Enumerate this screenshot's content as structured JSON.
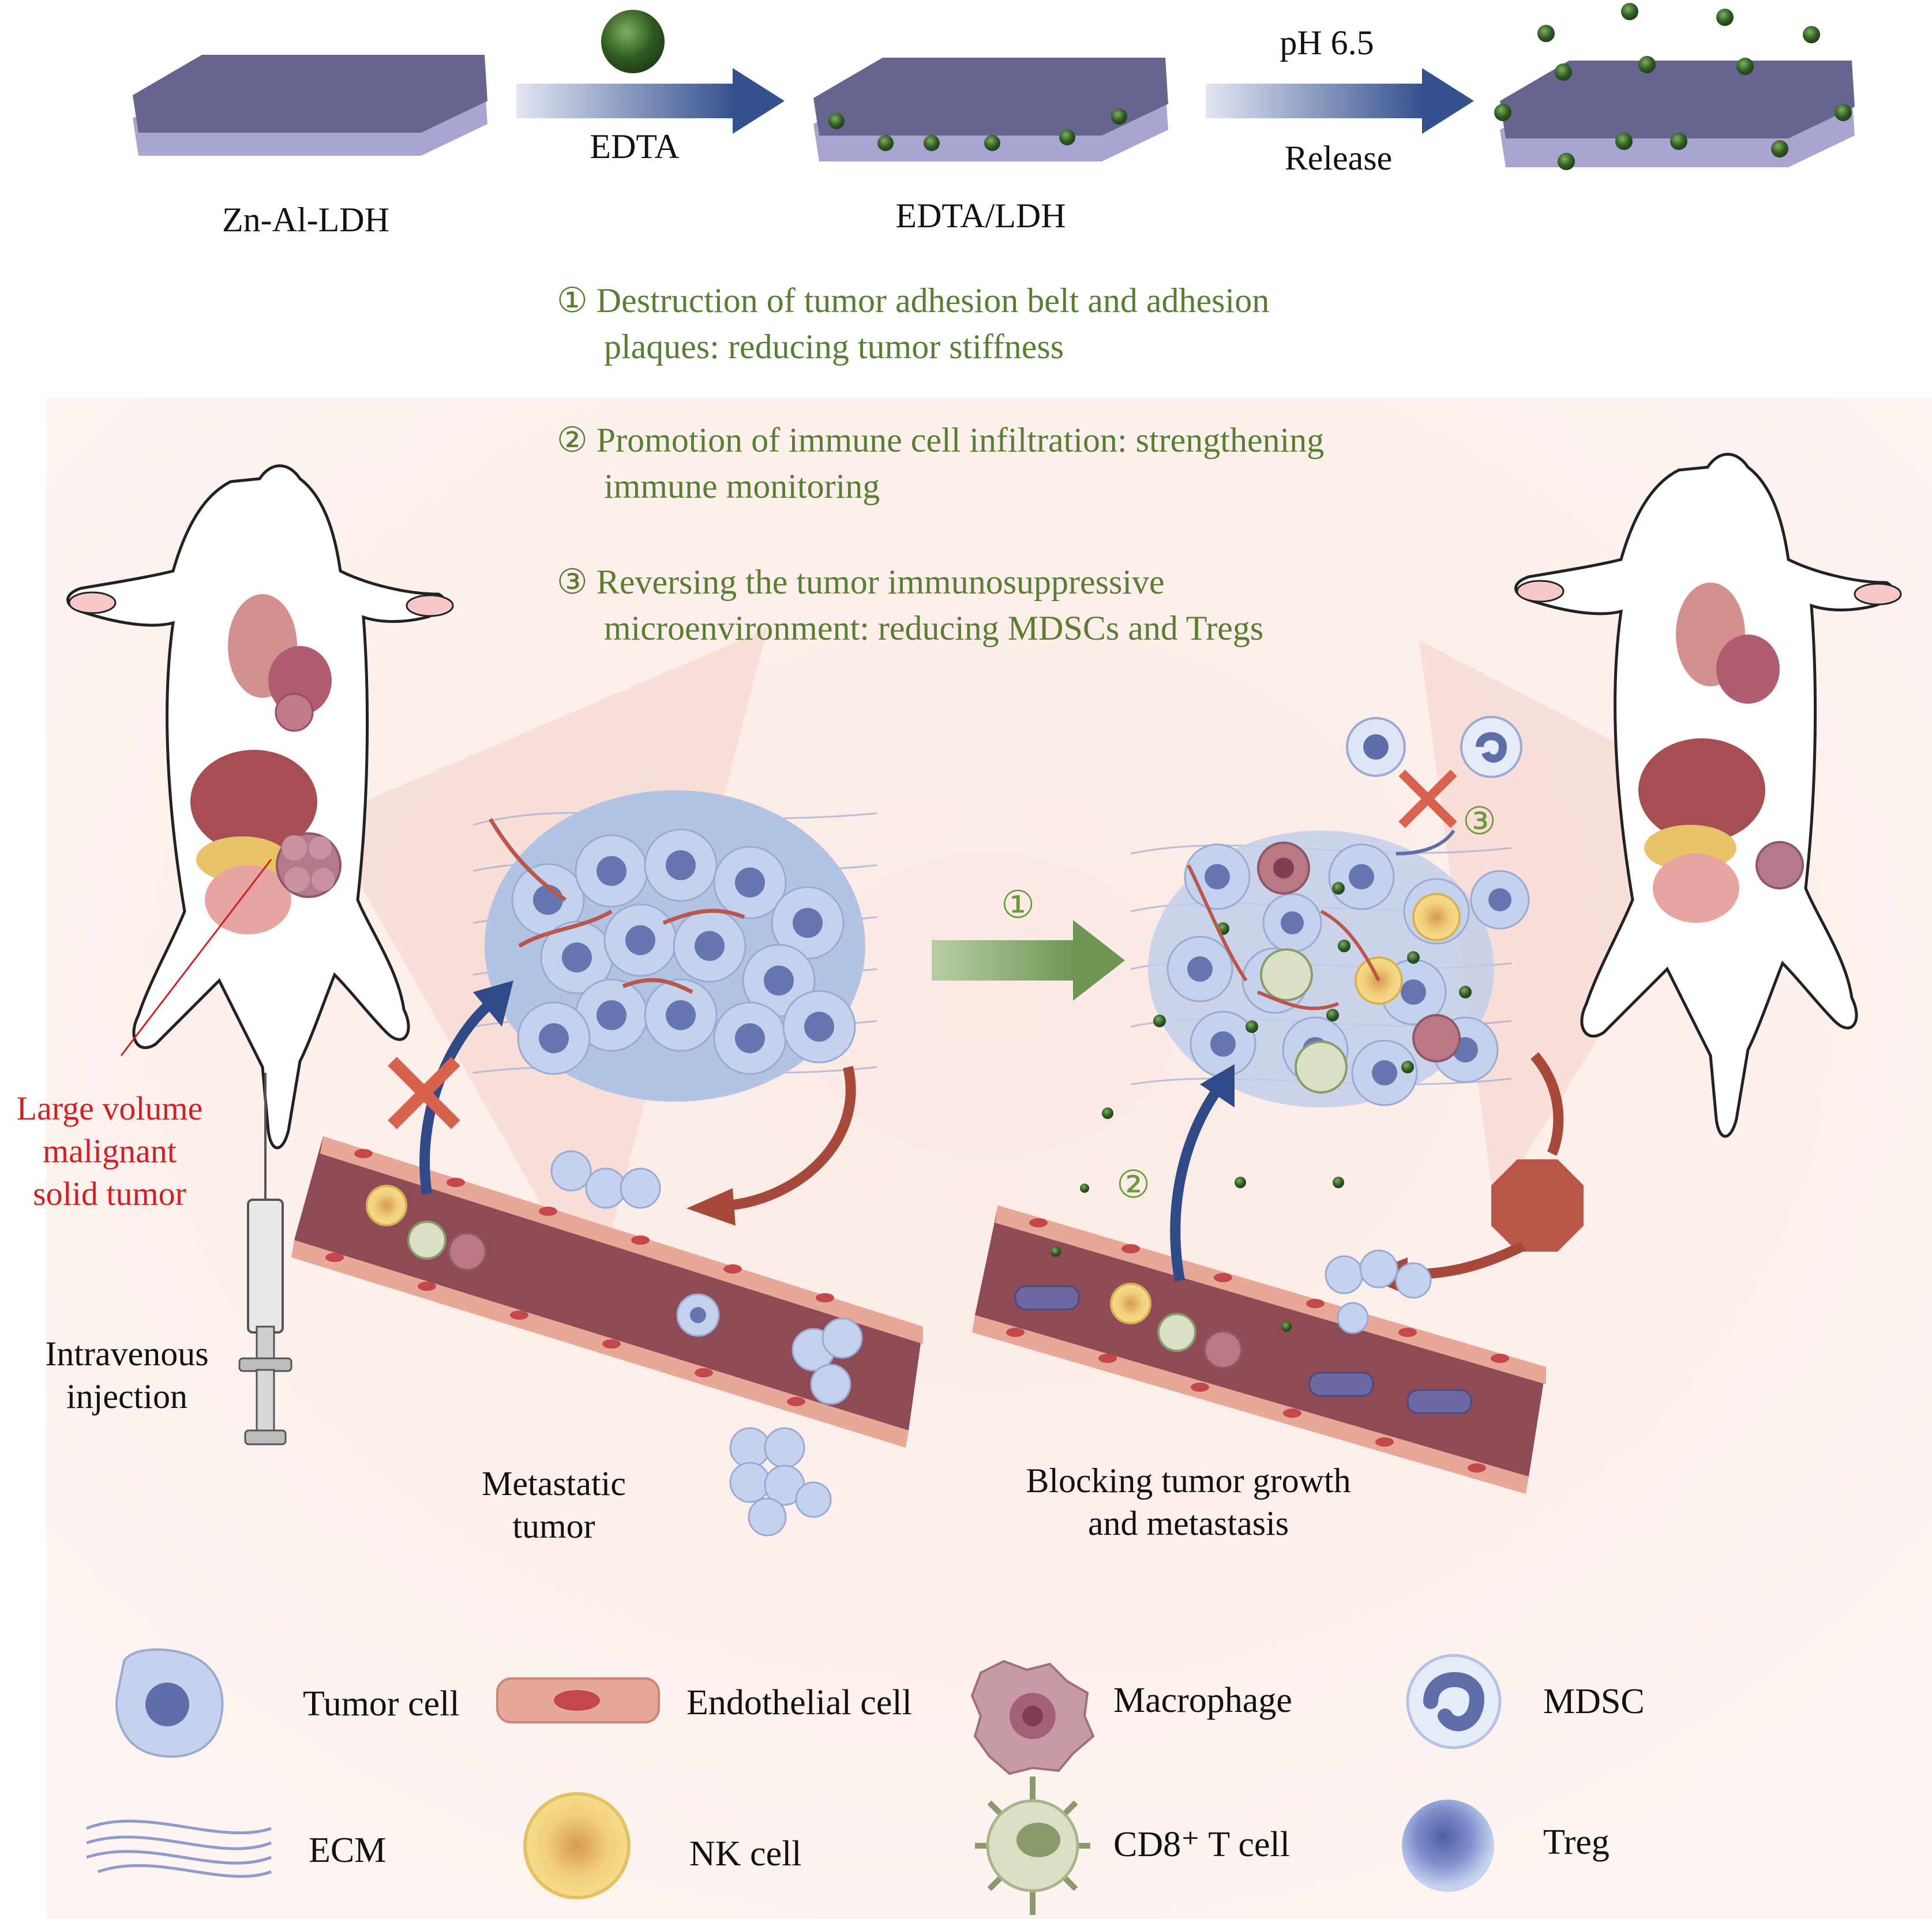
{
  "synthesis": {
    "ldh_label": "Zn-Al-LDH",
    "edta_label": "EDTA",
    "edta_ldh_label": "EDTA/LDH",
    "ph_label": "pH 6.5",
    "release_label": "Release"
  },
  "mechanisms": [
    {
      "marker": "①",
      "line1": "Destruction of tumor adhesion belt and adhesion",
      "line2": "plaques: reducing tumor stiffness"
    },
    {
      "marker": "②",
      "line1": "Promotion of  immune cell infiltration: strengthening",
      "line2": "immune monitoring"
    },
    {
      "marker": "③",
      "line1": "Reversing the tumor immunosuppressive",
      "line2": "microenvironment: reducing MDSCs and Tregs"
    }
  ],
  "left_panel": {
    "tumor_label": [
      "Large volume",
      "malignant",
      "solid tumor"
    ],
    "injection_label": [
      "Intravenous",
      "injection"
    ],
    "outcome_label": [
      "Metastatic",
      "tumor"
    ]
  },
  "right_panel": {
    "outcome_label": [
      "Blocking tumor growth",
      "and metastasis"
    ],
    "step_markers": [
      "①",
      "②",
      "③"
    ]
  },
  "legend": [
    {
      "icon": "tumor-cell-icon",
      "label": "Tumor cell"
    },
    {
      "icon": "endothelial-cell-icon",
      "label": "Endothelial cell"
    },
    {
      "icon": "macrophage-icon",
      "label": "Macrophage"
    },
    {
      "icon": "mdsc-icon",
      "label": "MDSC"
    },
    {
      "icon": "ecm-icon",
      "label": "ECM"
    },
    {
      "icon": "nk-cell-icon",
      "label": "NK cell"
    },
    {
      "icon": "cd8-t-cell-icon",
      "label": "CD8⁺ T cell"
    },
    {
      "icon": "treg-icon",
      "label": "Treg"
    }
  ],
  "colors": {
    "background_panel": "#fcf2ef",
    "ldh_top": "#66658f",
    "ldh_bottom": "#a9a5d2",
    "nanoparticle": "#3c6e2a",
    "arrow_blue": "#2f4a86",
    "arrow_brown": "#a6493b",
    "arrow_green": "#8fb078",
    "vessel": "#8e4a55",
    "endothelium": "#e7a898",
    "tumor_cell": "#b7c8e6",
    "nucleus": "#5e6ea8",
    "mechanism_text": "#5a7d34",
    "tumor_label": "#d21f24"
  }
}
